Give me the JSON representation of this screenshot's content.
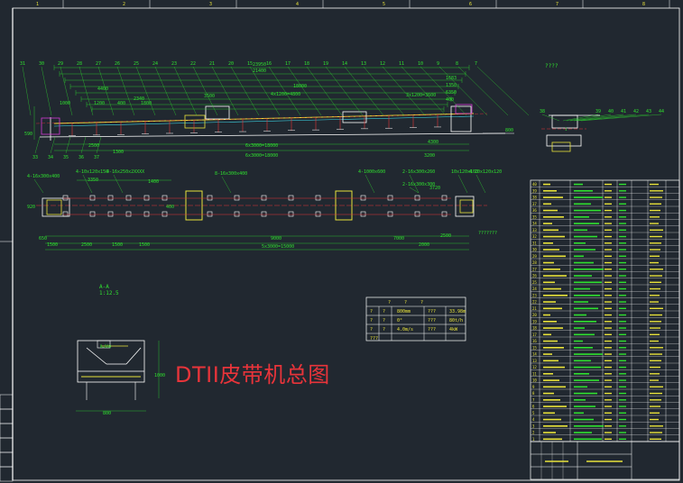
{
  "drawing": {
    "title": "DTII皮带机总图",
    "colors": {
      "background": "#212830",
      "frame": "#ffffff",
      "green": "#2fe02f",
      "yellow": "#e8e23a",
      "red": "#e8343a",
      "cyan": "#3ad6e8",
      "magenta": "#d43ad4",
      "blue": "#4a6cff"
    },
    "frame_column_numbers": [
      "1",
      "2",
      "3",
      "4",
      "5",
      "6",
      "7",
      "8"
    ],
    "elevation_view": {
      "top_dims": [
        "23950",
        "21400",
        "18000",
        "4x1200=4800",
        "3500",
        "4400",
        "1683",
        "1350",
        "6350",
        "400",
        "2340",
        "1000",
        "1200",
        "400",
        "1800",
        "3x1200=3600"
      ],
      "bottom_dims": [
        "2500",
        "6x3000=18000",
        "6x3000=18000",
        "1300",
        "3200",
        "4300"
      ],
      "part_numbers_top": [
        "31",
        "30",
        "29",
        "28",
        "27",
        "26",
        "25",
        "24",
        "23",
        "22",
        "21",
        "20",
        "15",
        "16",
        "17",
        "18",
        "19",
        "14",
        "13",
        "12",
        "11",
        "10",
        "9",
        "8",
        "7"
      ],
      "part_numbers_bottom": [
        "33",
        "34",
        "35",
        "36",
        "37"
      ],
      "right_elev": "800"
    },
    "plan_view": {
      "anchor_labels": [
        "4-16x300x400",
        "4-10x120x150",
        "4-16x250x2XXXX",
        "8-16x300x400",
        "4-1000x600",
        "2-16x300x260",
        "2-16x300x300",
        "10x120x150",
        "4-10x120x120"
      ],
      "top_dims": [
        "3350",
        "1400",
        "3720"
      ],
      "bottom_dims": [
        "650",
        "1500",
        "2500",
        "1500",
        "1500",
        "9000",
        "7000",
        "2000",
        "2500",
        "5x3000=15000"
      ],
      "side_dims": [
        "400",
        "920"
      ]
    },
    "detail_view": {
      "part_numbers": [
        "38",
        "39",
        "40",
        "41",
        "42",
        "43",
        "44"
      ],
      "label": "????"
    },
    "section": {
      "label": "A-A",
      "scale": "1:12.5",
      "width": "800",
      "height": "1000"
    },
    "spec_table": {
      "header": [
        "?",
        "?",
        "?"
      ],
      "rows": [
        [
          "?",
          "?",
          "800mm",
          "???",
          "33.98m"
        ],
        [
          "?",
          "?",
          "0°",
          "???",
          "80t/h"
        ],
        [
          "?",
          "?",
          "4.0m/s",
          "???",
          "4kW"
        ],
        [
          "???",
          "",
          "",
          "",
          ""
        ]
      ]
    },
    "bom_count": 40
  }
}
